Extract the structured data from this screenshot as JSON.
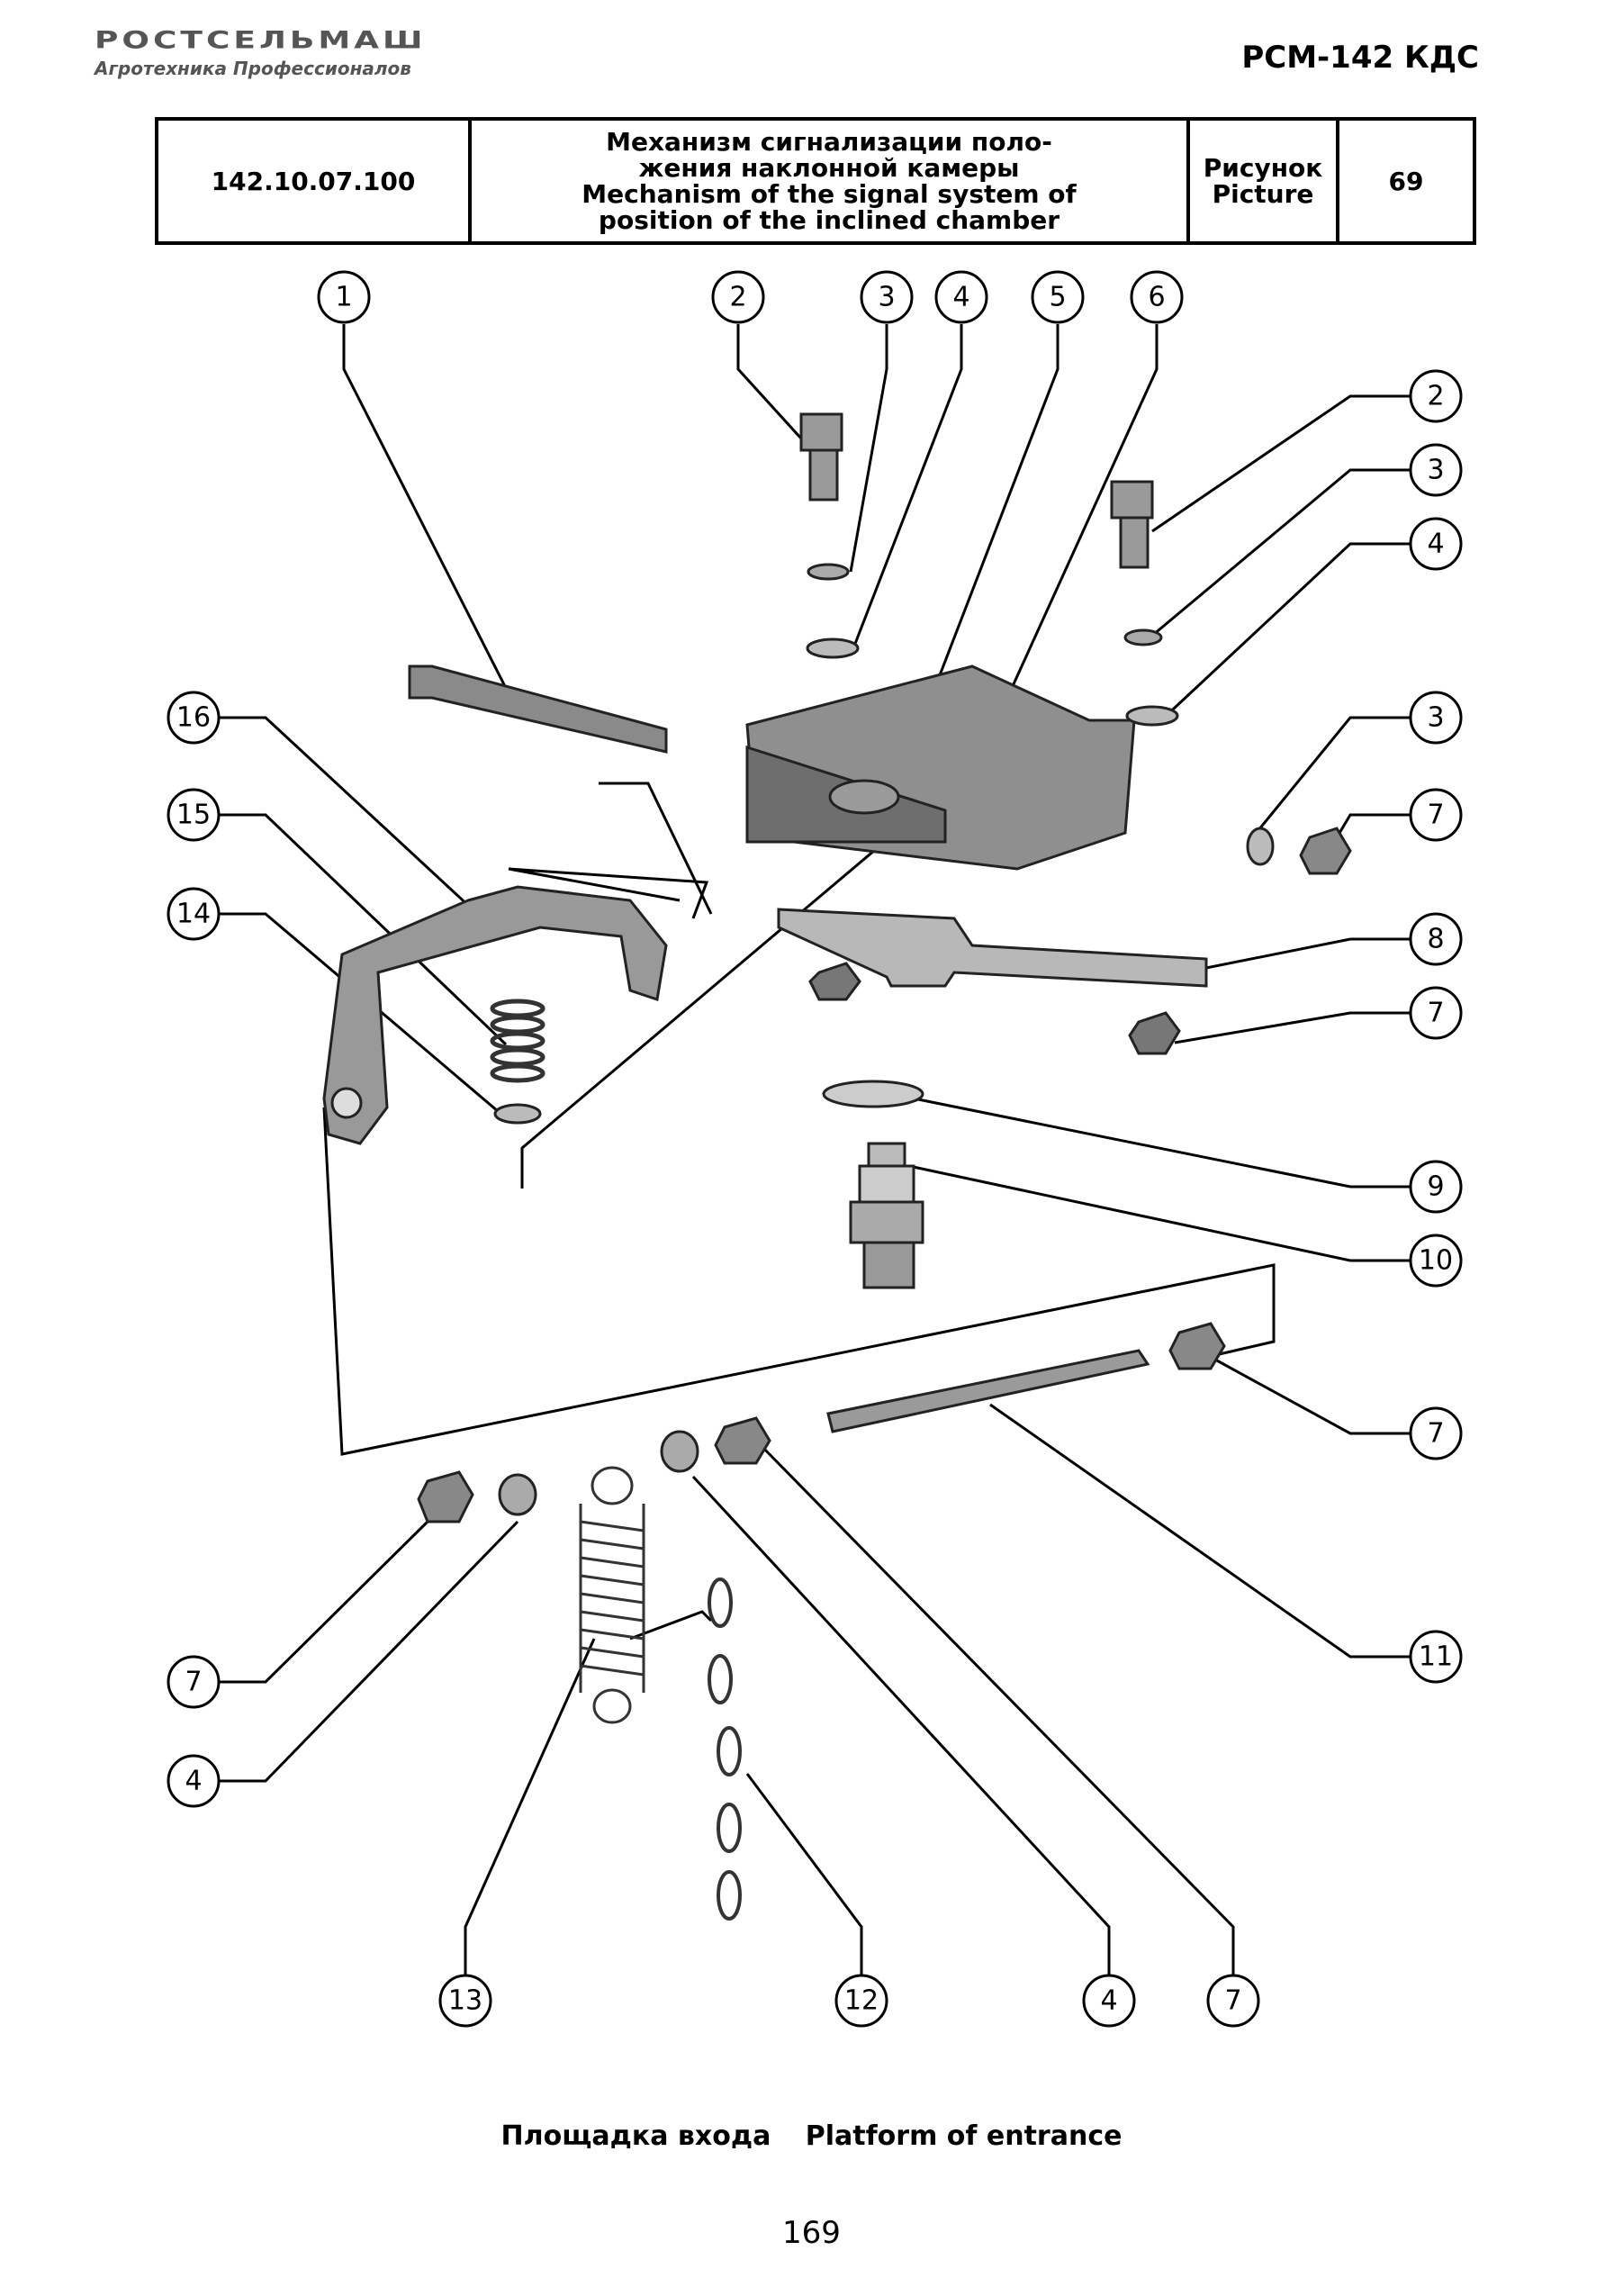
{
  "header": {
    "brand": "РОСТСЕЛЬМАШ",
    "tagline": "Агротехника Профессионалов",
    "model": "РСМ-142 КДС"
  },
  "title_block": {
    "part_code": "142.10.07.100",
    "name_ru_line1": "Механизм сигнализации поло-",
    "name_ru_line2": "жения наклонной камеры",
    "name_en_line1": "Mechanism of the signal system of",
    "name_en_line2": "position of the inclined chamber",
    "figure_label_ru": "Рисунок",
    "figure_label_en": "Picture",
    "figure_number": "69"
  },
  "callouts": [
    "1",
    "2",
    "3",
    "4",
    "5",
    "6",
    "2",
    "3",
    "4",
    "16",
    "3",
    "7",
    "15",
    "14",
    "8",
    "7",
    "9",
    "10",
    "7",
    "11",
    "7",
    "4",
    "13",
    "12",
    "4",
    "7"
  ],
  "caption": {
    "ru": "Площадка входа",
    "en": "Platform of entrance"
  },
  "page_number": "169"
}
